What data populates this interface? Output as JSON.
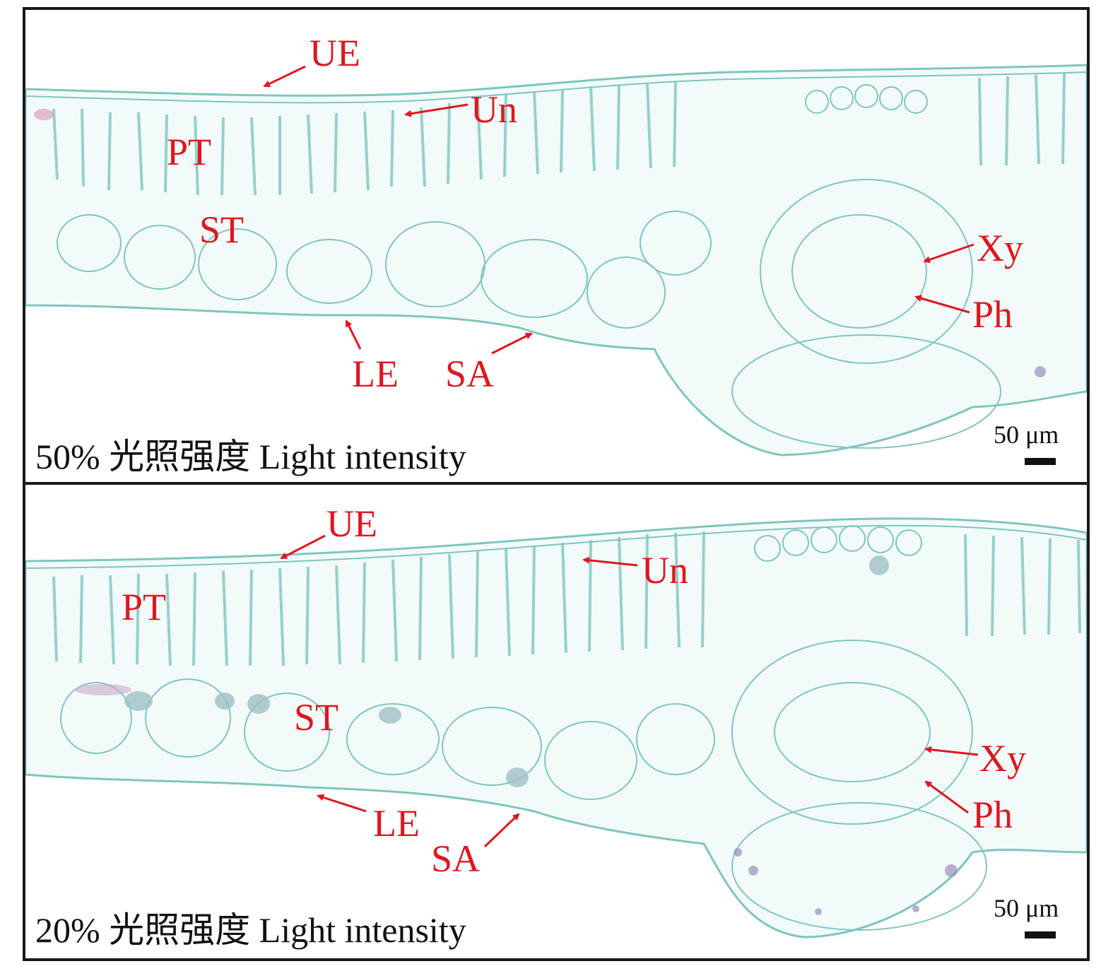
{
  "panels": [
    {
      "caption": "50% 光照强度 Light intensity",
      "scale_label": "50 μm",
      "labels": {
        "ue": "UE",
        "un": "Un",
        "pt": "PT",
        "st": "ST",
        "xy": "Xy",
        "ph": "Ph",
        "le": "LE",
        "sa": "SA"
      }
    },
    {
      "caption": "20% 光照强度 Light intensity",
      "scale_label": "50 μm",
      "labels": {
        "ue": "UE",
        "un": "Un",
        "pt": "PT",
        "st": "ST",
        "xy": "Xy",
        "ph": "Ph",
        "le": "LE",
        "sa": "SA"
      }
    }
  ],
  "colors": {
    "label_red": "#e0161f",
    "tissue_teal": "#7fc6be",
    "border": "#1a1a1a"
  }
}
